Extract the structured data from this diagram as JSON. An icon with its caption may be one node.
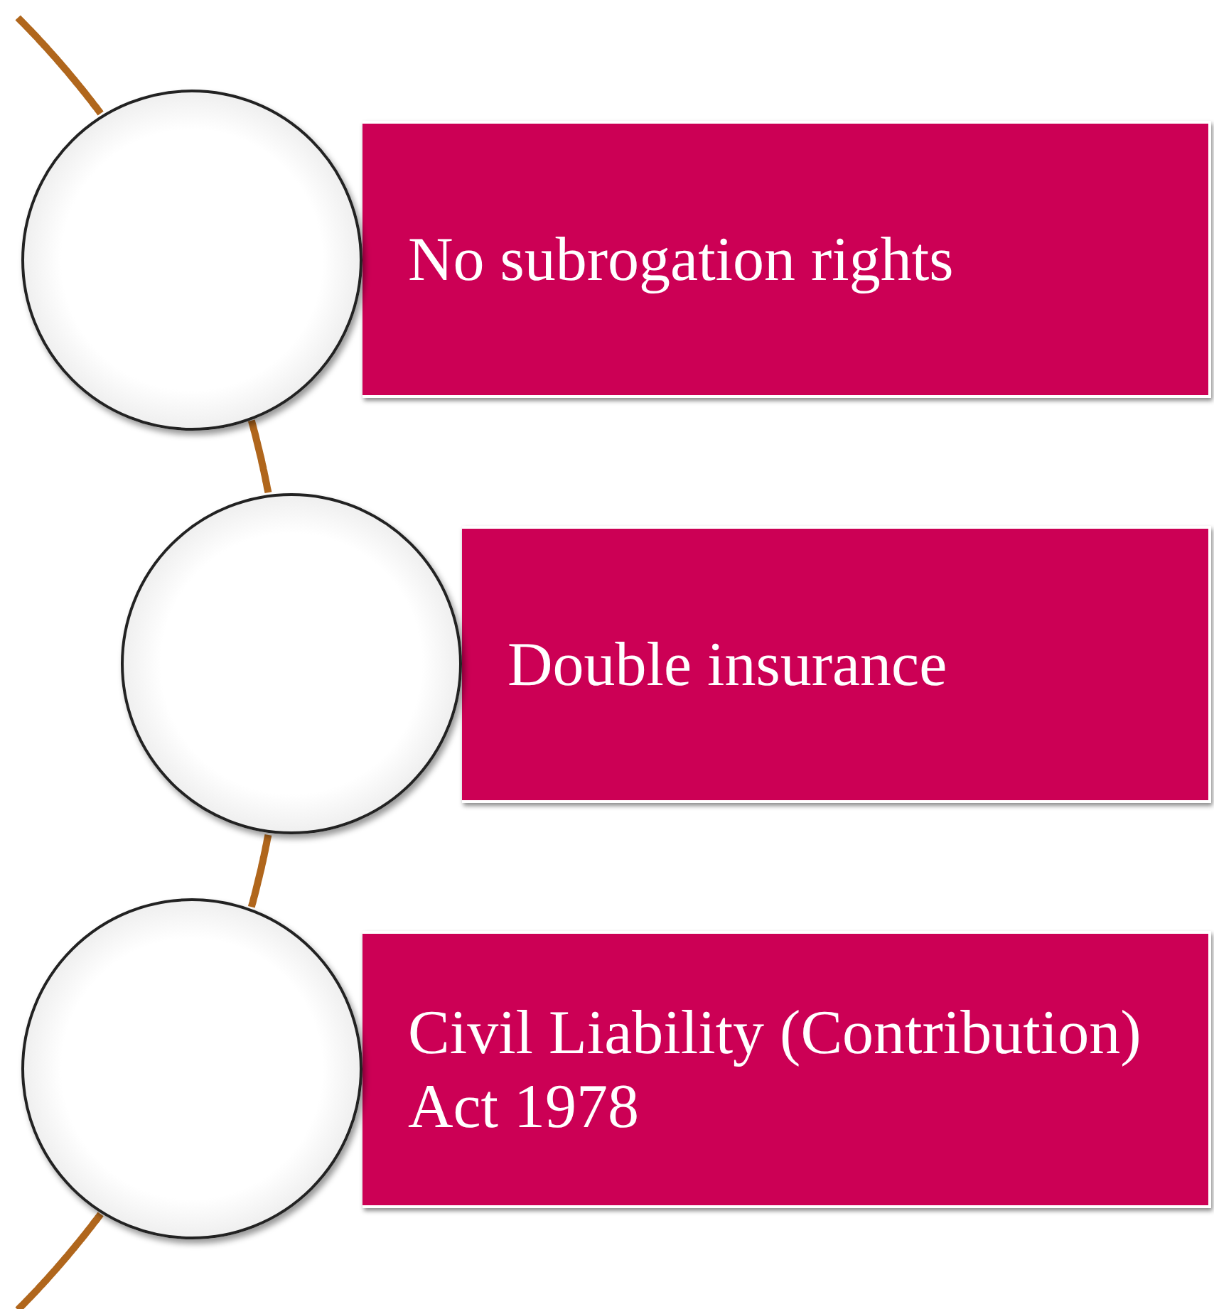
{
  "diagram": {
    "nodes": [
      {
        "text": [],
        "shape": "circle"
      },
      {
        "text": [
          "No subrogation rights"
        ]
      },
      {
        "text": [],
        "shape": "circle"
      },
      {
        "text": [
          "Double insurance"
        ]
      },
      {
        "text": [],
        "shape": "circle"
      },
      {
        "text": [
          "Civil Liability (Contribution) Act 1978"
        ]
      }
    ],
    "edges": [
      {
        "from": 0,
        "to": 2,
        "arrow": "none"
      },
      {
        "from": 2,
        "to": 4,
        "arrow": "none"
      }
    ]
  }
}
